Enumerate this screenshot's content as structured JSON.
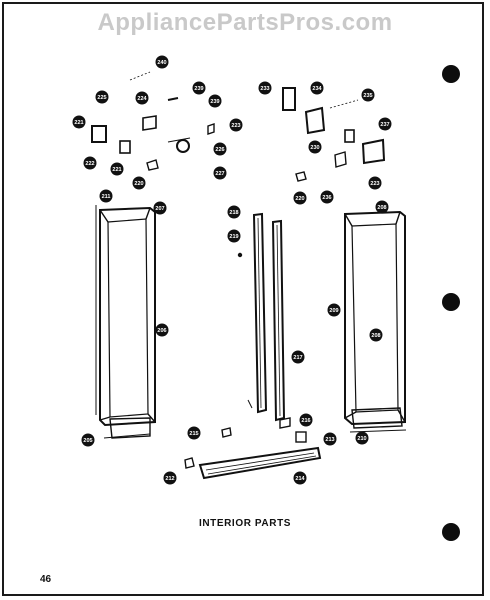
{
  "watermark": "AppliancePartsPros.com",
  "caption": "INTERIOR PARTS",
  "page_number": "46",
  "callouts": [
    "240",
    "239",
    "225",
    "224",
    "239",
    "221",
    "223",
    "222",
    "221",
    "226",
    "227",
    "220",
    "233",
    "234",
    "235",
    "230",
    "237",
    "236",
    "223",
    "220",
    "211",
    "207",
    "218",
    "219",
    "208",
    "206",
    "209",
    "217",
    "208",
    "216",
    "205",
    "215",
    "213",
    "210",
    "212",
    "214"
  ]
}
